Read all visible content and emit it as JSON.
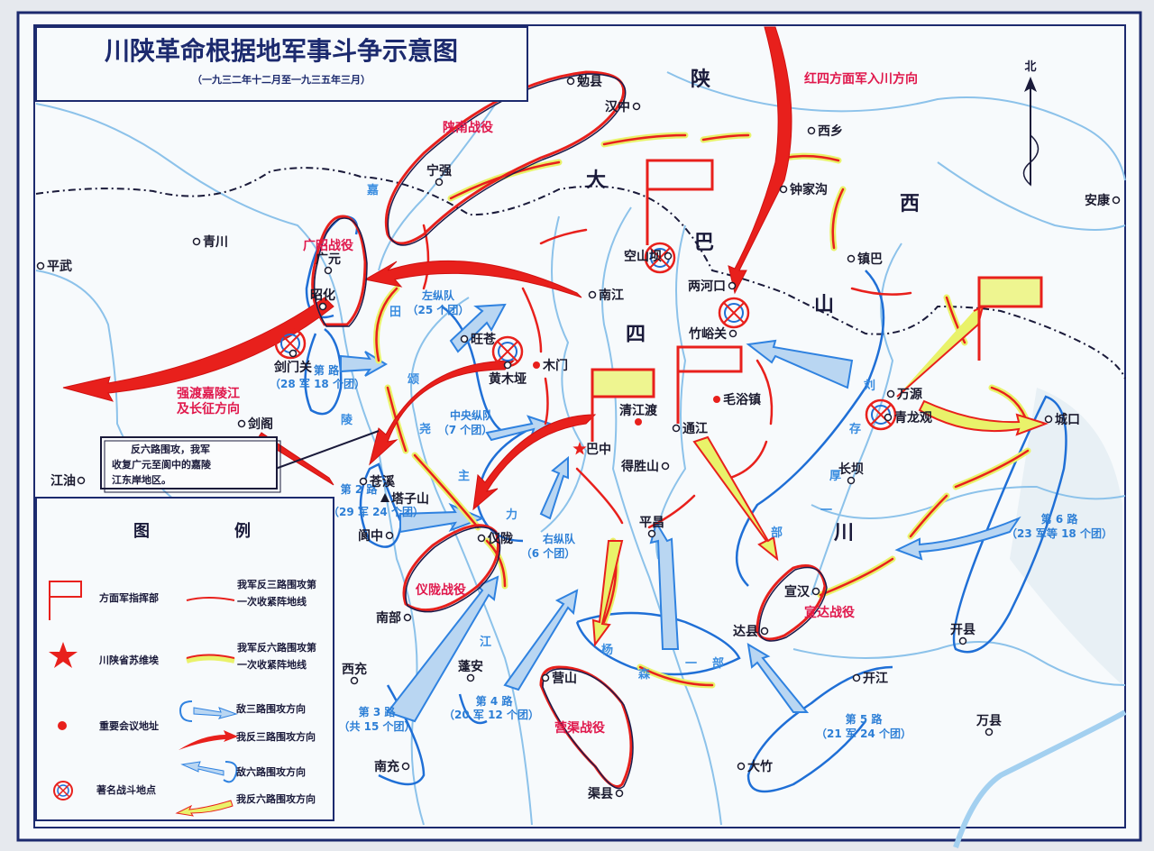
{
  "title": "川陕革命根据地军事斗争示意图",
  "subtitle": "（一九三二年十二月至一九三五年三月）",
  "north_label": "北",
  "colors": {
    "frame": "#1c2a6e",
    "river": "#7fbce8",
    "enemy": "#1f6fd6",
    "our_army": "#e8201c",
    "yellow": "#e9f26a",
    "battle_label": "#e0184c"
  },
  "regions": [
    "陕",
    "大",
    "巴",
    "山",
    "西",
    "四",
    "川"
  ],
  "mountain_labels": {
    "jialing": "嘉",
    "tian": [
      "田",
      "颂",
      "尧",
      "主",
      "力"
    ],
    "liu": [
      "刘",
      "存",
      "厚",
      "一",
      "部"
    ],
    "yang": [
      "杨",
      "森",
      "一",
      "部"
    ],
    "river_jiang": "江",
    "ling": "陵"
  },
  "places": [
    {
      "name": "勉县",
      "marker": "town"
    },
    {
      "name": "汉中",
      "marker": "town"
    },
    {
      "name": "西乡",
      "marker": "town"
    },
    {
      "name": "宁强",
      "marker": "town"
    },
    {
      "name": "钟家沟",
      "marker": "town"
    },
    {
      "name": "安康",
      "marker": "town"
    },
    {
      "name": "青川",
      "marker": "town"
    },
    {
      "name": "平武",
      "marker": "town"
    },
    {
      "name": "空山坝",
      "marker": "town"
    },
    {
      "name": "镇巴",
      "marker": "town"
    },
    {
      "name": "广元",
      "marker": "town"
    },
    {
      "name": "南江",
      "marker": "town"
    },
    {
      "name": "两河口",
      "marker": "town"
    },
    {
      "name": "昭化",
      "marker": "town"
    },
    {
      "name": "旺苍",
      "marker": "town"
    },
    {
      "name": "竹峪关",
      "marker": "town"
    },
    {
      "name": "剑门关",
      "marker": "town"
    },
    {
      "name": "黄木垭",
      "marker": "town"
    },
    {
      "name": "木门",
      "marker": "meeting"
    },
    {
      "name": "毛浴镇",
      "marker": "meeting"
    },
    {
      "name": "万源",
      "marker": "town"
    },
    {
      "name": "青龙观",
      "marker": "town"
    },
    {
      "name": "通江",
      "marker": "town"
    },
    {
      "name": "城口",
      "marker": "town"
    },
    {
      "name": "剑阁",
      "marker": "town"
    },
    {
      "name": "清江渡",
      "marker": "meeting"
    },
    {
      "name": "巴中",
      "marker": "soviet"
    },
    {
      "name": "得胜山",
      "marker": "town"
    },
    {
      "name": "江油",
      "marker": "town"
    },
    {
      "name": "苍溪",
      "marker": "town"
    },
    {
      "name": "长坝",
      "marker": "town"
    },
    {
      "name": "塔子山",
      "marker": "peak"
    },
    {
      "name": "阆中",
      "marker": "town"
    },
    {
      "name": "仪陇",
      "marker": "town"
    },
    {
      "name": "平昌",
      "marker": "town"
    },
    {
      "name": "宣汉",
      "marker": "town"
    },
    {
      "name": "达县",
      "marker": "town"
    },
    {
      "name": "南部",
      "marker": "town"
    },
    {
      "name": "开县",
      "marker": "town"
    },
    {
      "name": "西充",
      "marker": "town"
    },
    {
      "name": "营山",
      "marker": "town"
    },
    {
      "name": "蓬安",
      "marker": "town"
    },
    {
      "name": "开江",
      "marker": "town"
    },
    {
      "name": "万县",
      "marker": "town"
    },
    {
      "name": "南充",
      "marker": "town"
    },
    {
      "name": "渠县",
      "marker": "town"
    },
    {
      "name": "大竹",
      "marker": "town"
    }
  ],
  "forces": [
    {
      "name": "左纵队",
      "detail": "（25 个团）"
    },
    {
      "name": "第   路",
      "detail": "（28 军 18 个团）"
    },
    {
      "name": "中央纵队",
      "detail": "（7 个团）"
    },
    {
      "name": "第 2 路",
      "detail": "（29 军 24 个团）"
    },
    {
      "name": "右纵队",
      "detail": "（6 个团）"
    },
    {
      "name": "第 3 路",
      "detail": "（共 15 个团）"
    },
    {
      "name": "第 4 路",
      "detail": "（20 军 12 个团）"
    },
    {
      "name": "第 5 路",
      "detail": "（21 军 24 个团）"
    },
    {
      "name": "第 6 路",
      "detail": "（23 军等 18 个团）"
    }
  ],
  "battles": [
    "陕南战役",
    "广昭战役",
    "仪陇战役",
    "营渠战役",
    "宣达战役"
  ],
  "annotations": {
    "crossing": [
      "强渡嘉陵江",
      "及长征方向"
    ],
    "entry": "红四方面军入川方向",
    "note": [
      "反六路围攻，我军",
      "收复广元至阆中的嘉陵",
      "江东岸地区。"
    ]
  },
  "legend": {
    "title": [
      "图",
      "例"
    ],
    "left": [
      {
        "icon": "flag-icon",
        "label": "方面军指挥部"
      },
      {
        "icon": "star-icon",
        "label": "川陕省苏维埃"
      },
      {
        "icon": "dot-icon",
        "label": "重要会议地址"
      },
      {
        "icon": "battle-site-icon",
        "label": "著名战斗地点"
      }
    ],
    "right": [
      {
        "icon": "front-line-red-icon",
        "label": [
          "我军反三路围攻第",
          "一次收紧阵地线"
        ]
      },
      {
        "icon": "front-line-yellow-icon",
        "label": [
          "我军反六路围攻第",
          "一次收紧阵地线"
        ]
      },
      {
        "icon": "enemy-arrow-three-icon",
        "label": [
          "敌三路围攻方向"
        ]
      },
      {
        "icon": "red-arrow-icon",
        "label": [
          "我反三路围攻方向"
        ]
      },
      {
        "icon": "enemy-arrow-six-icon",
        "label": [
          "敌六路围攻方向"
        ]
      },
      {
        "icon": "yellow-arrow-icon",
        "label": [
          "我反六路围攻方向"
        ]
      }
    ]
  }
}
